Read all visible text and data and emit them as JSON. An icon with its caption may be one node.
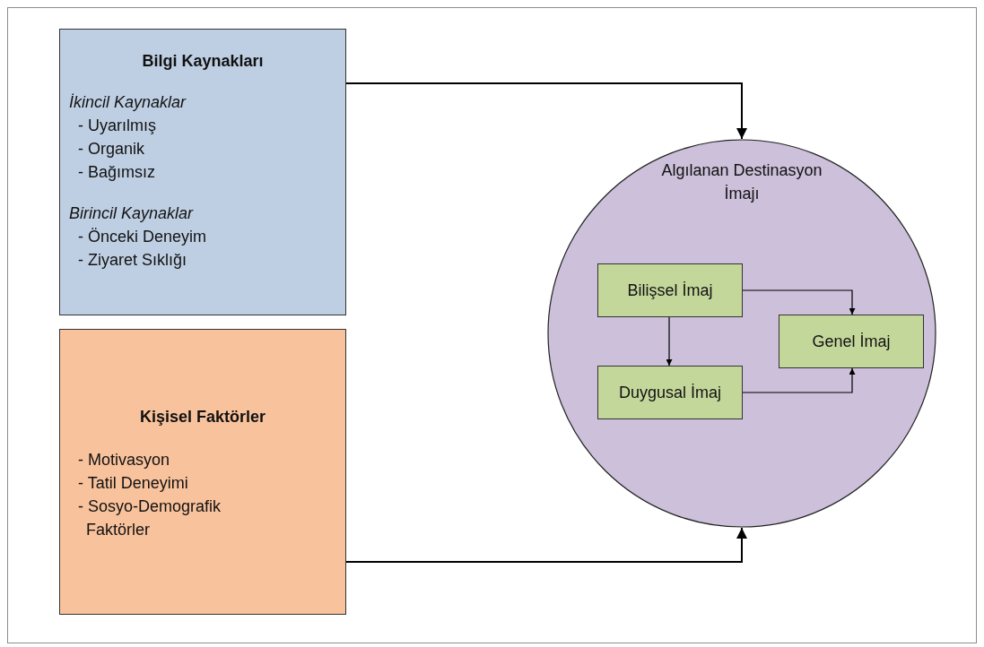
{
  "diagram": {
    "nodes": [
      {
        "text": [
          "Bilgi Kaynakları",
          "İkincil Kaynaklar",
          "- Uyarılmış",
          "- Organik",
          "- Bağımsız",
          "Birincil Kaynaklar",
          "- Önceki Deneyim",
          "- Ziyaret Sıklığı"
        ]
      },
      {
        "text": [
          "Kişisel Faktörler",
          "- Motivasyon",
          "- Tatil Deneyimi",
          "- Sosyo-Demografik Faktörler"
        ]
      },
      {
        "text": [
          "Algılanan Destinasyon İmajı"
        ]
      },
      {
        "text": [
          "Bilişsel İmaj"
        ],
        "in": 2
      },
      {
        "text": [
          "Genel İmaj"
        ],
        "in": 2
      },
      {
        "text": [
          "Duygusal İmaj"
        ],
        "in": 2
      }
    ],
    "edges": [
      {
        "from": 0,
        "to": 2,
        "arrow": "to"
      },
      {
        "from": 1,
        "to": 2,
        "arrow": "to"
      },
      {
        "from": 3,
        "to": 4,
        "arrow": "to"
      },
      {
        "from": 3,
        "to": 5,
        "arrow": "to"
      },
      {
        "from": 5,
        "to": 4,
        "arrow": "to"
      }
    ]
  }
}
